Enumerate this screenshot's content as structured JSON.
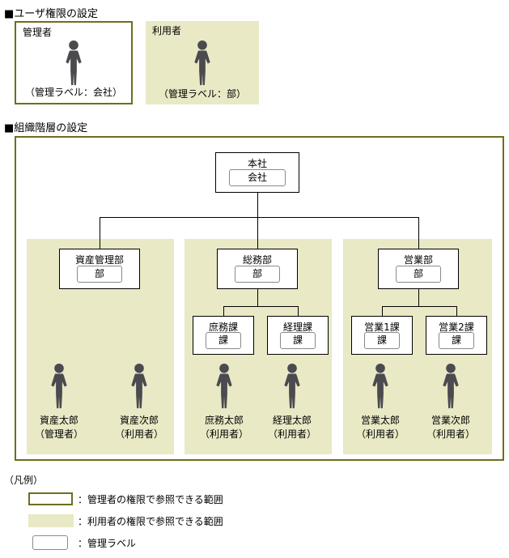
{
  "colors": {
    "admin_border": "#6e6e1e",
    "user_fill": "#e9e9c6",
    "label_border": "#8a8a8a",
    "person": "#4a4a4f"
  },
  "user_permissions": {
    "title": "■ユーザ権限の設定",
    "admin": {
      "label": "管理者",
      "caption": "（管理ラベル：会社）"
    },
    "user": {
      "label": "利用者",
      "caption": "（管理ラベル：部）"
    }
  },
  "org": {
    "title": "■組織階層の設定",
    "root": {
      "name": "本社",
      "label": "会社"
    },
    "departments": [
      {
        "name": "資産管理部",
        "label": "部",
        "sections": [],
        "people": [
          {
            "name": "資産太郎",
            "role": "（管理者）"
          },
          {
            "name": "資産次郎",
            "role": "（利用者）"
          }
        ]
      },
      {
        "name": "総務部",
        "label": "部",
        "sections": [
          {
            "name": "庶務課",
            "label": "課"
          },
          {
            "name": "経理課",
            "label": "課"
          }
        ],
        "people": [
          {
            "name": "庶務太郎",
            "role": "（利用者）"
          },
          {
            "name": "経理太郎",
            "role": "（利用者）"
          }
        ]
      },
      {
        "name": "営業部",
        "label": "部",
        "sections": [
          {
            "name": "営業1課",
            "label": "課"
          },
          {
            "name": "営業2課",
            "label": "課"
          }
        ],
        "people": [
          {
            "name": "営業太郎",
            "role": "（利用者）"
          },
          {
            "name": "営業次郎",
            "role": "（利用者）"
          }
        ]
      }
    ]
  },
  "legend": {
    "title": "（凡例）",
    "items": [
      {
        "label": "：管理者の権限で参照できる範囲"
      },
      {
        "label": "：利用者の権限で参照できる範囲"
      },
      {
        "label": "：管理ラベル"
      }
    ]
  }
}
